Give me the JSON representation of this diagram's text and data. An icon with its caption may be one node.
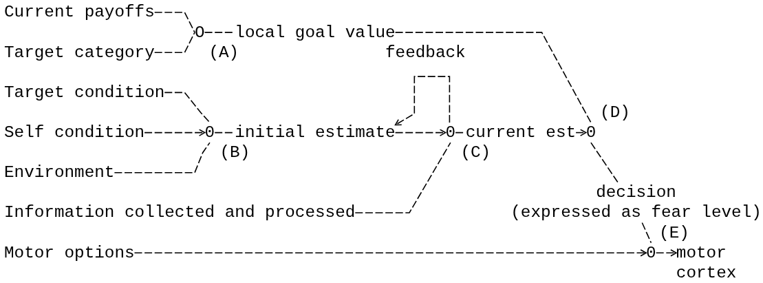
{
  "diagram": {
    "nodes": [
      {
        "text": [
          "Current payoffs"
        ]
      },
      {
        "text": [
          "Target category"
        ]
      },
      {
        "text": [
          "O"
        ]
      },
      {
        "text": [
          "local goal value"
        ]
      },
      {
        "text": [
          "Target condition"
        ]
      },
      {
        "text": [
          "Self condition"
        ]
      },
      {
        "text": [
          "Environment"
        ]
      },
      {
        "text": [
          "0"
        ]
      },
      {
        "text": [
          "initial estimate"
        ]
      },
      {
        "text": [
          "0"
        ]
      },
      {
        "text": [
          "Information collected and processed"
        ]
      },
      {
        "text": [
          "current est"
        ]
      },
      {
        "text": [
          "0"
        ]
      },
      {
        "text": [
          "decision",
          "(expressed as fear level)"
        ]
      },
      {
        "text": [
          "Motor options"
        ]
      },
      {
        "text": [
          "0"
        ]
      },
      {
        "text": [
          "motor cortex"
        ]
      }
    ],
    "edges": [
      {
        "from": 0,
        "to": 2,
        "arrow": "none"
      },
      {
        "from": 1,
        "to": 2,
        "arrow": "none"
      },
      {
        "from": 2,
        "to": 3,
        "arrow": "none"
      },
      {
        "from": 3,
        "to": 12,
        "arrow": "none"
      },
      {
        "from": 4,
        "to": 7,
        "arrow": "none"
      },
      {
        "from": 5,
        "to": 7,
        "arrow": "to"
      },
      {
        "from": 6,
        "to": 7,
        "arrow": "none"
      },
      {
        "from": 7,
        "to": 8,
        "arrow": "none"
      },
      {
        "from": 8,
        "to": 9,
        "arrow": "to"
      },
      {
        "from": 9,
        "to": 8,
        "arrow": "to",
        "label": "feedback"
      },
      {
        "from": 10,
        "to": 9,
        "arrow": "none"
      },
      {
        "from": 9,
        "to": 11,
        "arrow": "none"
      },
      {
        "from": 11,
        "to": 12,
        "arrow": "to"
      },
      {
        "from": 12,
        "to": 13,
        "arrow": "none"
      },
      {
        "from": 13,
        "to": 15,
        "arrow": "none"
      },
      {
        "from": 14,
        "to": 15,
        "arrow": "to"
      },
      {
        "from": 15,
        "to": 16,
        "arrow": "to"
      }
    ],
    "labels": [
      "(A)",
      "(B)",
      "(C)",
      "(D)",
      "(E)"
    ]
  }
}
